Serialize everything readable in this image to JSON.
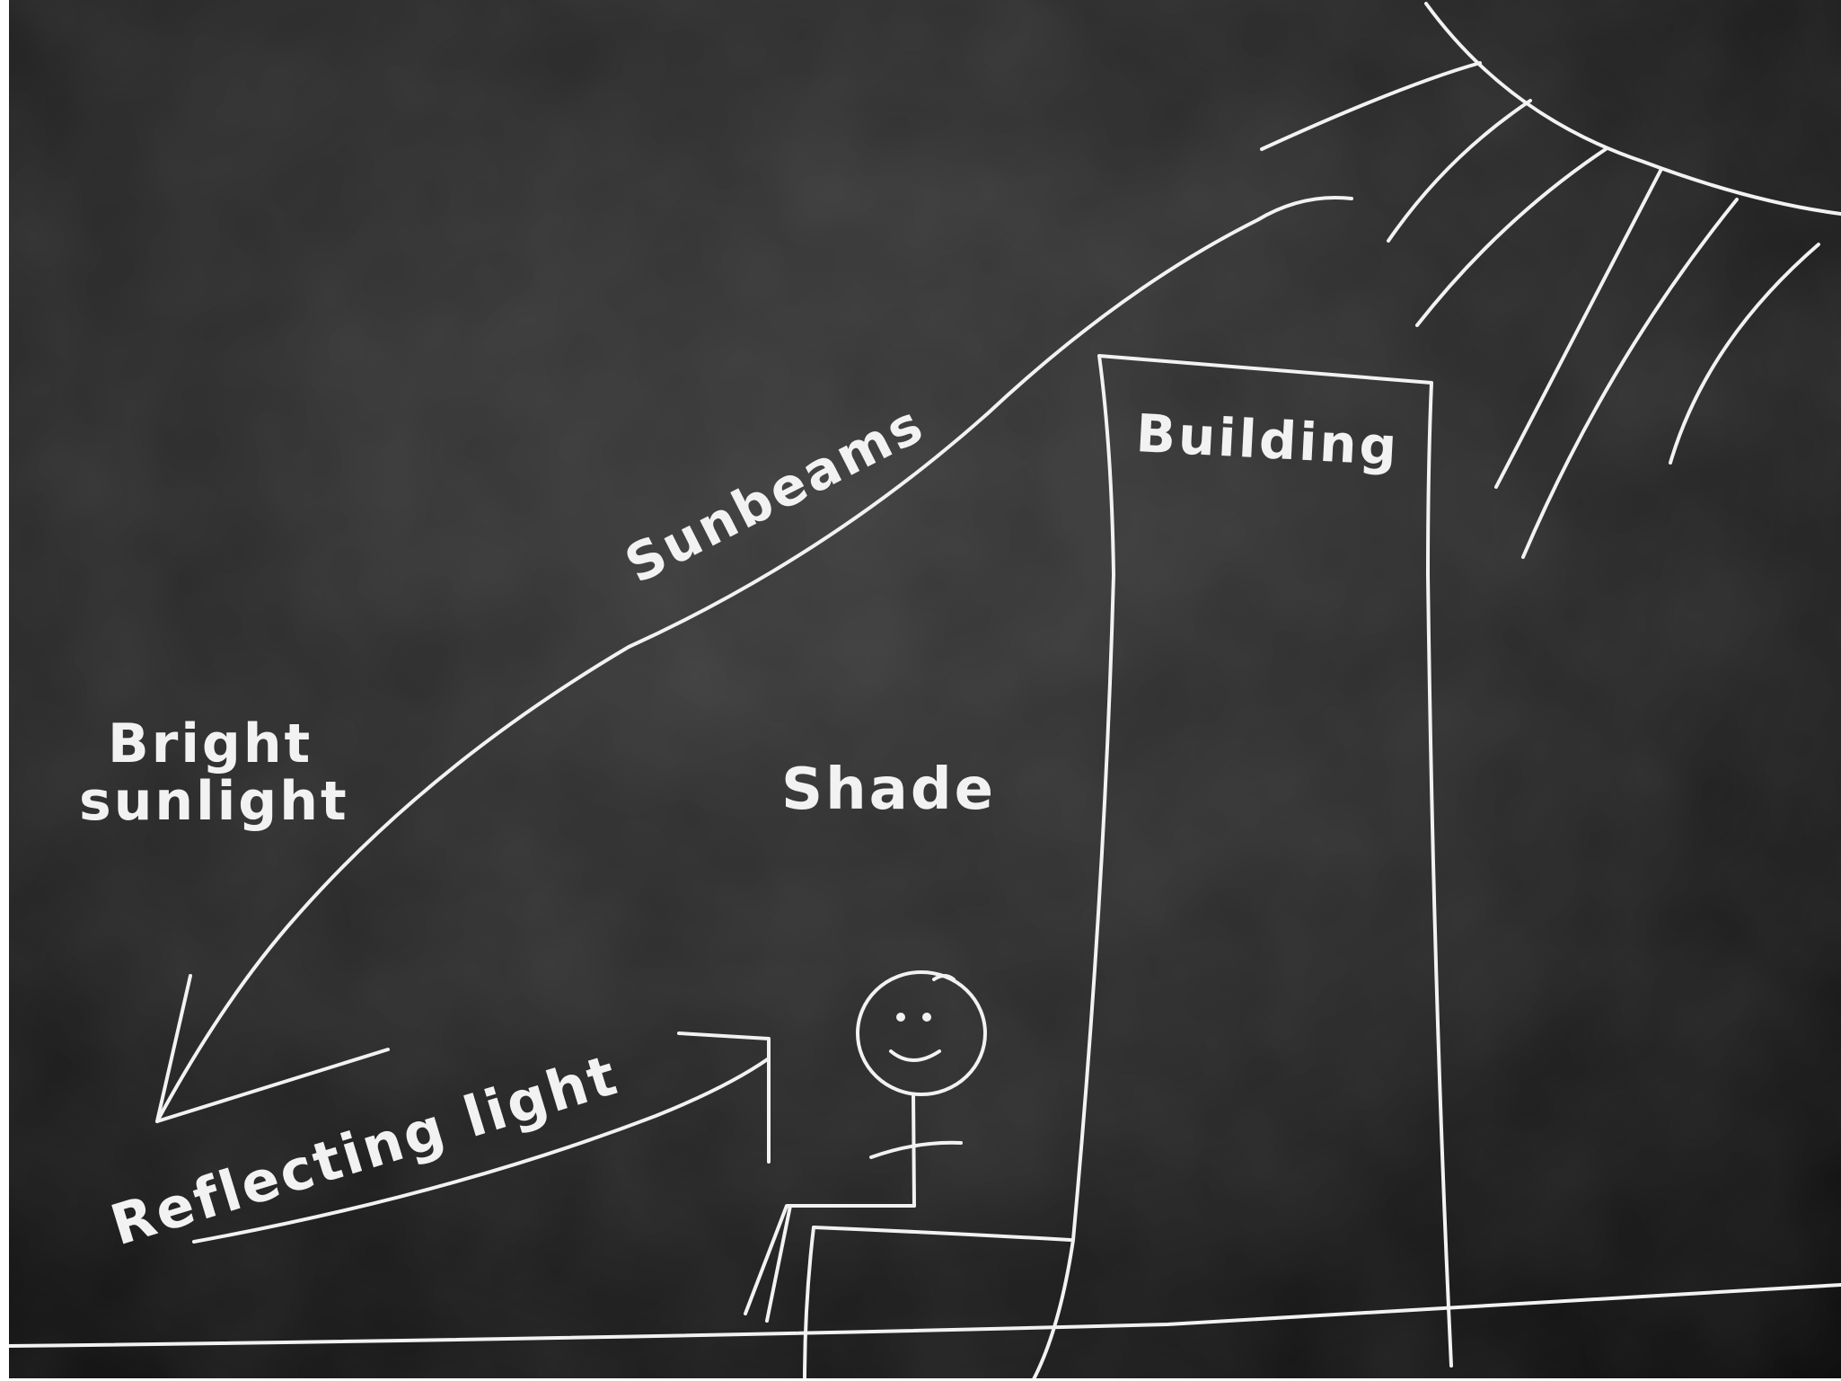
{
  "labels": {
    "sunbeams": "Sunbeams",
    "building": "Building",
    "bright_line_1": "Bright",
    "bright_line_2": "sunlight",
    "shade": "Shade",
    "reflecting": "Reflecting light"
  },
  "colors": {
    "board": "#141414",
    "chalk": "#f2f2f2",
    "frame": "#ffffff"
  }
}
